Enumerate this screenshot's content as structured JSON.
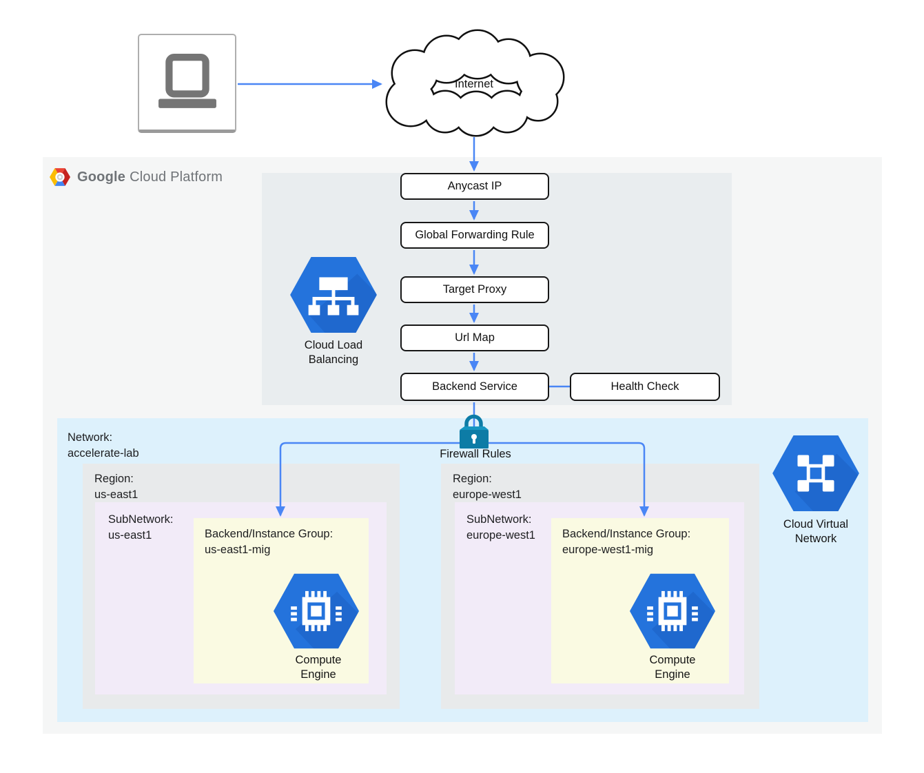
{
  "logo": {
    "google": "Google",
    "suffix": "Cloud Platform"
  },
  "internet": {
    "label": "Internet"
  },
  "lb": {
    "anycast_ip": "Anycast IP",
    "global_forwarding_rule": "Global Forwarding Rule",
    "target_proxy": "Target Proxy",
    "url_map": "Url Map",
    "backend_service": "Backend Service",
    "health_check": "Health Check",
    "icon_caption_line1": "Cloud Load",
    "icon_caption_line2": "Balancing"
  },
  "firewall": {
    "label": "Firewall Rules"
  },
  "network": {
    "label_line1": "Network:",
    "label_line2": "accelerate-lab",
    "cvn_caption_line1": "Cloud Virtual",
    "cvn_caption_line2": "Network",
    "regions": [
      {
        "region_label_line1": "Region:",
        "region_label_line2": "us-east1",
        "subnet_label_line1": "SubNetwork:",
        "subnet_label_line2": "us-east1",
        "group_label_line1": "Backend/Instance Group:",
        "group_label_line2": "us-east1-mig",
        "compute_line1": "Compute",
        "compute_line2": "Engine"
      },
      {
        "region_label_line1": "Region:",
        "region_label_line2": "europe-west1",
        "subnet_label_line1": "SubNetwork:",
        "subnet_label_line2": "europe-west1",
        "group_label_line1": "Backend/Instance Group:",
        "group_label_line2": "europe-west1-mig",
        "compute_line1": "Compute",
        "compute_line2": "Engine"
      }
    ]
  },
  "colors": {
    "arrow_blue": "#4a86f5",
    "hexagon_blue": "#2473dc",
    "hexagon_shadow_blue": "#1a5ebf",
    "firewall_teal": "#0d7ca6",
    "gcp_container_bg": "#f5f6f6",
    "lb_container_bg": "#e9edef",
    "network_bg": "#ddf1fc",
    "region_bg": "#e8eaeb",
    "subnetwork_bg": "#f2ebf8",
    "instance_group_bg": "#fafae2",
    "laptop_gray": "#757575",
    "node_border": "#161616"
  }
}
